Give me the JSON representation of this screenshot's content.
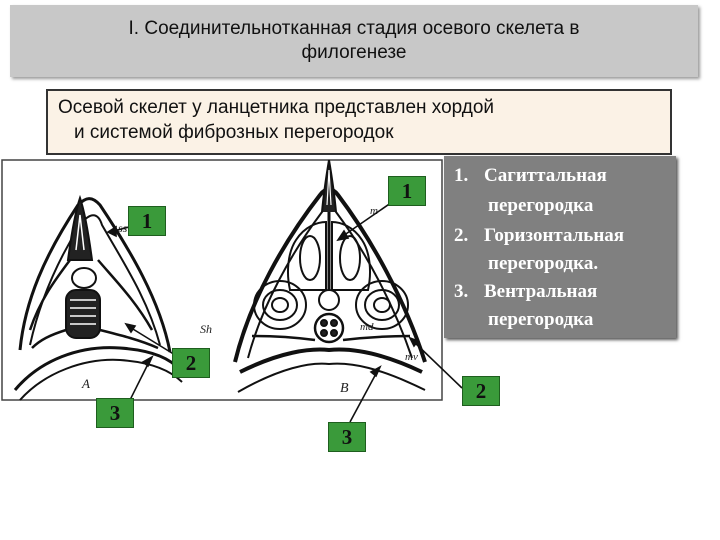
{
  "header": {
    "title_line1": "I. Соединительнотканная стадия осевого скелета в",
    "title_line2": "филогенезе"
  },
  "intro": {
    "line1": "Осевой скелет у ланцетника представлен хордой",
    "line2": "и системой фиброзных перегородок"
  },
  "legend": {
    "items": [
      {
        "num": "1.",
        "line1": "Сагиттальная",
        "line2": "перегородка"
      },
      {
        "num": "2.",
        "line1": "Горизонтальная",
        "line2": "перегородка."
      },
      {
        "num": "3.",
        "line1": "Вентральная",
        "line2": "перегородка"
      }
    ]
  },
  "figure": {
    "callouts": [
      "1",
      "1",
      "2",
      "2",
      "3",
      "3"
    ],
    "labels": {
      "ss": "ss",
      "a": "A",
      "b": "B",
      "sh": "Sh",
      "md": "md",
      "mv": "mv",
      "m": "m"
    }
  },
  "colors": {
    "callout_fill": "#3a9a3a",
    "legend_fill": "#808080",
    "header_fill": "#c8c8c8",
    "intro_fill": "#fbf2e6"
  }
}
